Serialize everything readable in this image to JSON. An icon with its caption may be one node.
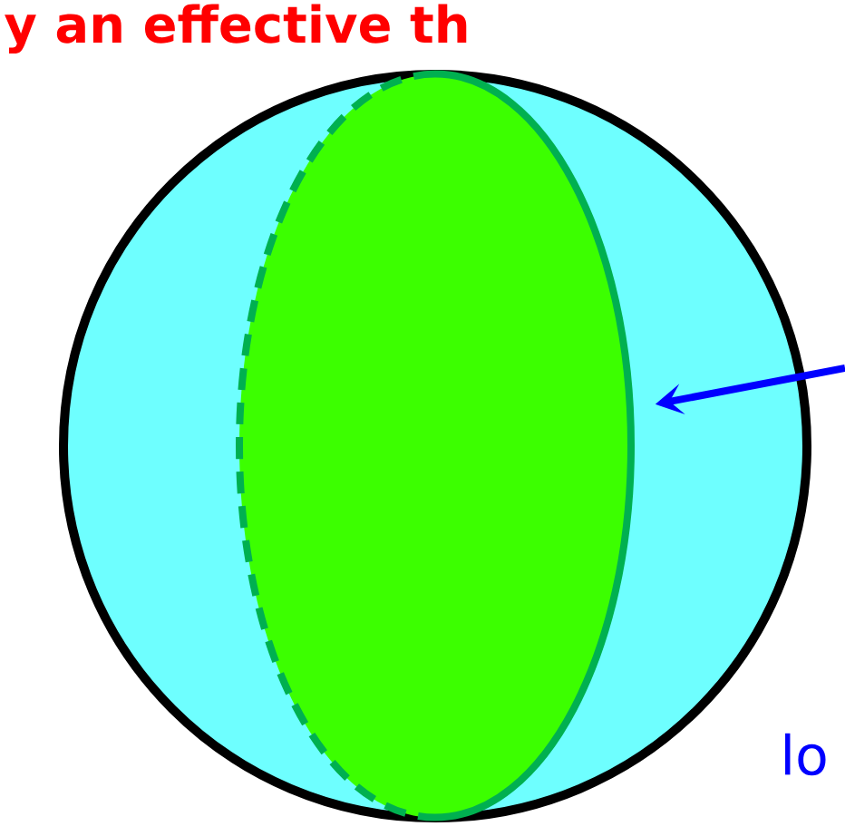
{
  "diagram": {
    "nodes": [
      {
        "text": [],
        "shape": "circle"
      },
      {
        "text": [],
        "shape": "ellipse",
        "in": 0
      }
    ],
    "edges": [
      {
        "from": null,
        "to": 1,
        "arrow": "to",
        "color": "#0000ff"
      }
    ],
    "labels": [
      "y an effective th",
      "lo"
    ]
  }
}
